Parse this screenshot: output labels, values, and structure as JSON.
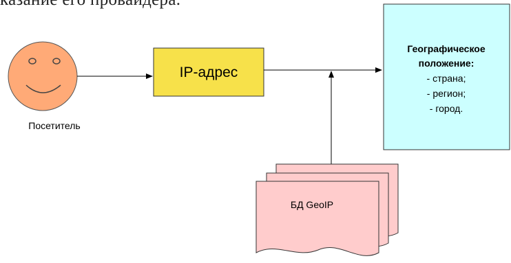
{
  "header": {
    "fragment": "казание его провайдера."
  },
  "visitor": {
    "label": "Посетитель"
  },
  "ip_box": {
    "label": "IP-адрес",
    "fill": "#f7e14a"
  },
  "geo_box": {
    "title_line1": "Географическое",
    "title_line2": "положение:",
    "items": [
      "- страна;",
      "- регион;",
      "- город."
    ],
    "fill": "#ccffff"
  },
  "db": {
    "label": "БД GeoIP",
    "fill": "#ffcccc"
  },
  "colors": {
    "face": "#ffaa77",
    "line": "#000000"
  }
}
